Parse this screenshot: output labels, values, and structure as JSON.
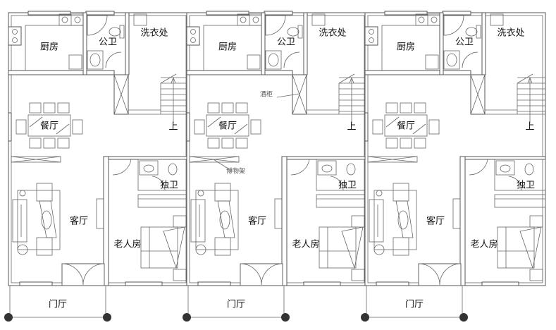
{
  "rooms": {
    "kitchen": "厨房",
    "public_toilet": "公卫",
    "laundry": "洗衣处",
    "dining": "餐厅",
    "stairs_up": "上",
    "living": "客厅",
    "private_toilet": "独卫",
    "elder_room": "老人房",
    "porch": "门厅"
  },
  "annotations": {
    "wine_cabinet": "酒柜",
    "display_shelf": "博物架"
  },
  "unit_count": 3,
  "annotated_unit": 2,
  "colors": {
    "wall": "#555555",
    "line": "#666666",
    "column": "#333333"
  }
}
